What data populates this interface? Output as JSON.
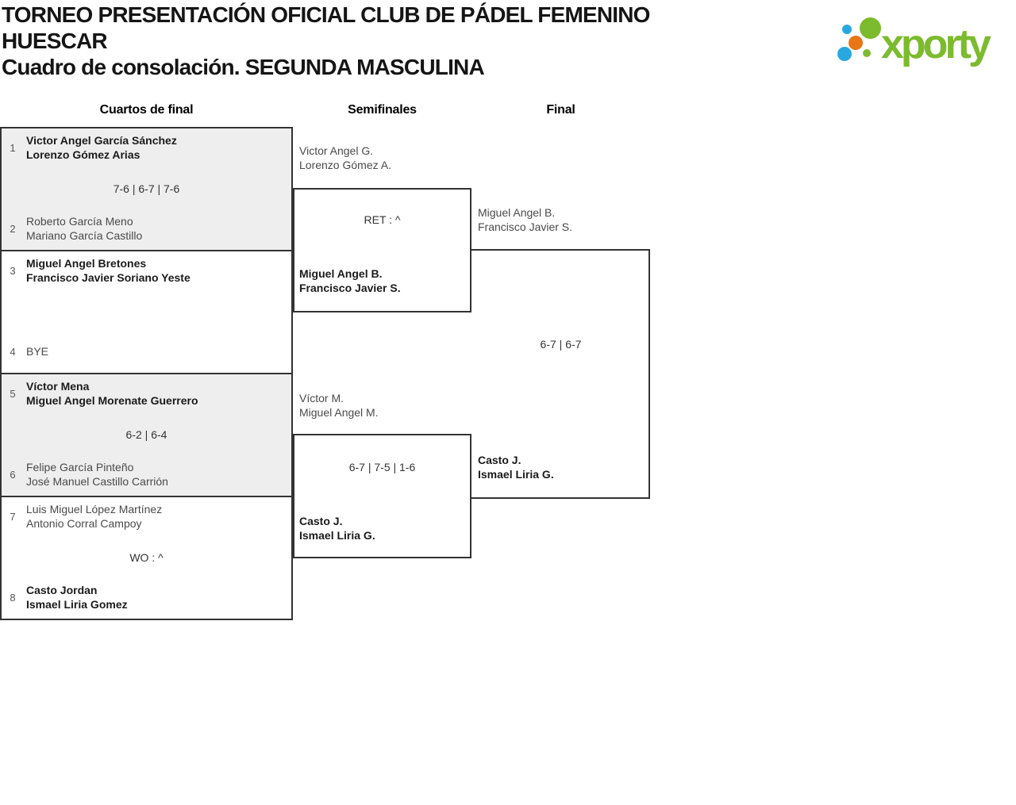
{
  "header": {
    "title_line1": "TORNEO PRESENTACIÓN OFICIAL CLUB DE PÁDEL FEMENINO",
    "title_line2": "HUESCAR",
    "subtitle": "Cuadro de consolación. SEGUNDA MASCULINA"
  },
  "logo": {
    "text": "xporty",
    "colors": {
      "green": "#7cbb2e",
      "blue": "#29a8e0",
      "orange": "#e87613"
    }
  },
  "bracket": {
    "round_labels": [
      "Cuartos de final",
      "Semifinales",
      "Final"
    ],
    "quarterfinals": [
      {
        "seed_top": "1",
        "team_top": [
          "Victor Angel García Sánchez",
          "Lorenzo Gómez Arias"
        ],
        "top_winner": true,
        "score": "7-6 | 6-7 | 7-6",
        "seed_bottom": "2",
        "team_bottom": [
          "Roberto García Meno",
          "Mariano García Castillo"
        ],
        "bottom_winner": false
      },
      {
        "seed_top": "3",
        "team_top": [
          "Miguel Angel Bretones",
          "Francisco Javier Soriano Yeste"
        ],
        "top_winner": true,
        "score": "",
        "seed_bottom": "4",
        "team_bottom": [
          "BYE"
        ],
        "bottom_winner": false
      },
      {
        "seed_top": "5",
        "team_top": [
          "Víctor Mena",
          "Miguel Angel Morenate Guerrero"
        ],
        "top_winner": true,
        "score": "6-2 | 6-4",
        "seed_bottom": "6",
        "team_bottom": [
          "Felipe García Pinteño",
          "José Manuel Castillo Carrión"
        ],
        "bottom_winner": false
      },
      {
        "seed_top": "7",
        "team_top": [
          "Luis Miguel López Martínez",
          "Antonio Corral Campoy"
        ],
        "top_winner": false,
        "score": "WO : ^",
        "seed_bottom": "8",
        "team_bottom": [
          "Casto Jordan",
          "Ismael Liria Gomez"
        ],
        "bottom_winner": true
      }
    ],
    "semifinals": [
      {
        "team_top": [
          "Victor Angel G.",
          "Lorenzo Gómez A."
        ],
        "top_winner": false,
        "score": "RET : ^",
        "team_bottom": [
          "Miguel Angel B.",
          "Francisco Javier S."
        ],
        "bottom_winner": true
      },
      {
        "team_top": [
          "Víctor M.",
          "Miguel Angel M."
        ],
        "top_winner": false,
        "score": "6-7 | 7-5 | 1-6",
        "team_bottom": [
          "Casto J.",
          "Ismael Liria G."
        ],
        "bottom_winner": true
      }
    ],
    "final": {
      "team_top": [
        "Miguel Angel B.",
        "Francisco Javier S."
      ],
      "top_winner": false,
      "score": "6-7 | 6-7",
      "team_bottom": [
        "Casto J.",
        "Ismael Liria G."
      ],
      "bottom_winner": true
    }
  }
}
